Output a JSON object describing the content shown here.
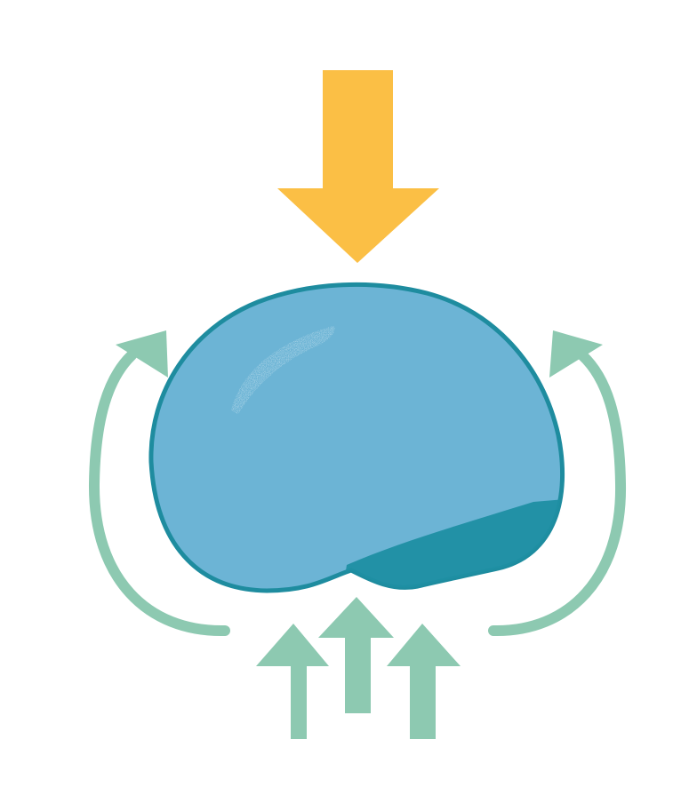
{
  "diagram": {
    "elements": [
      {
        "id": "downward-force-arrow",
        "icon": "arrow-down-icon",
        "color_role": "yellow"
      },
      {
        "id": "droplet",
        "icon": "droplet-icon",
        "color_role": "blue"
      },
      {
        "id": "left-curved-arrow",
        "icon": "curved-arrow-up-left-icon",
        "color_role": "green"
      },
      {
        "id": "right-curved-arrow",
        "icon": "curved-arrow-up-right-icon",
        "color_role": "green"
      },
      {
        "id": "upward-arrows",
        "count": 3,
        "icon": "arrow-up-icon",
        "color_role": "green"
      }
    ]
  },
  "colors": {
    "yellow": "#FBBF45",
    "blue": "#6CB4D5",
    "blue_dark": "#1F8FA3",
    "blue_outline": "#1E8C9F",
    "green": "#8DC9B1",
    "highlight": "#FFFFFF",
    "background": "#FFFFFF"
  }
}
